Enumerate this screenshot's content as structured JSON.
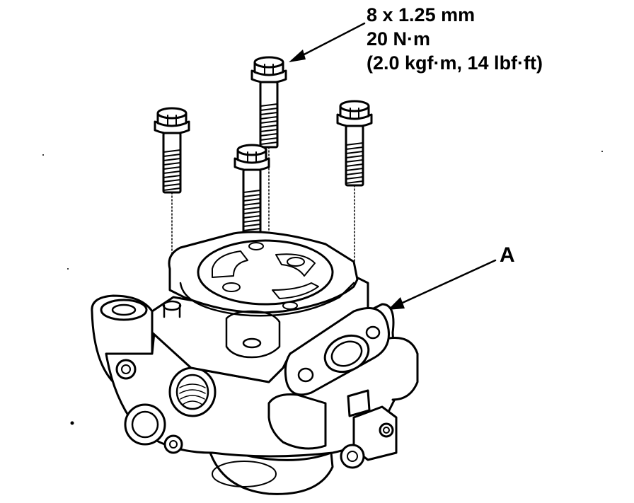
{
  "callouts": {
    "bolt_spec": {
      "size": "8 x 1.25 mm",
      "torque_nm": "20 N·m",
      "torque_alt": "(2.0 kgf·m, 14 lbf·ft)"
    },
    "part_label": "A"
  },
  "colors": {
    "line": "#000000",
    "background": "#ffffff"
  }
}
